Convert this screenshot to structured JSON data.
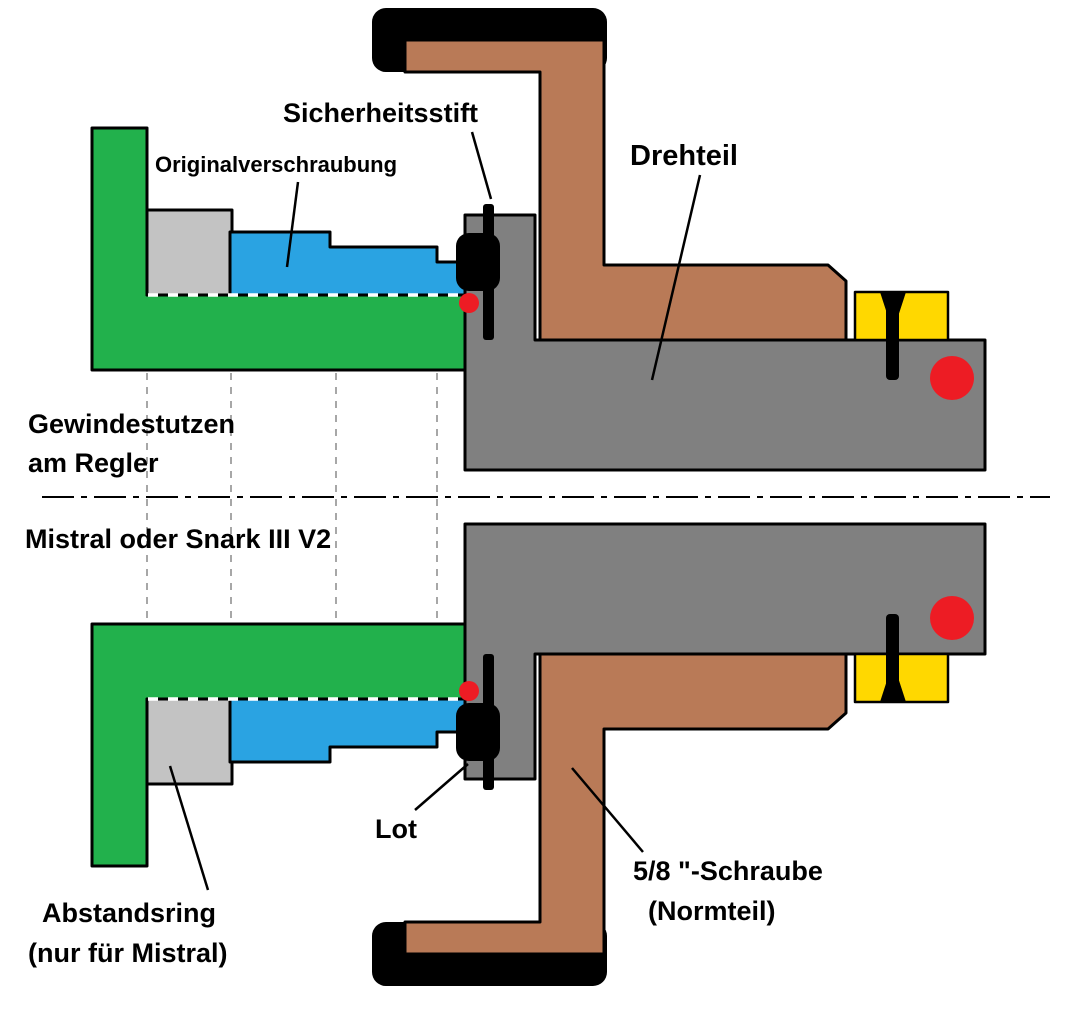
{
  "diagram": {
    "labels": {
      "sicherheitsstift": "Sicherheitsstift",
      "originalverschraubung": "Originalverschraubung",
      "drehteil": "Drehteil",
      "gewindestutzen_line1": "Gewindestutzen",
      "gewindestutzen_line2": "am Regler",
      "regler_model": "Mistral oder Snark III V2",
      "abstandsring_line1": "Abstandsring",
      "abstandsring_line2": "(nur für Mistral)",
      "lot": "Lot",
      "schraube_line1": "5/8 \"-Schraube",
      "schraube_line2": "(Normteil)"
    },
    "colors": {
      "green": "#22b14c",
      "blue": "#2aa3e2",
      "gray_body": "#808080",
      "gray_ring": "#c3c3c3",
      "brown": "#b97a57",
      "yellow": "#ffd800",
      "red": "#ed1c24",
      "black": "#000000",
      "background": "#ffffff"
    }
  }
}
